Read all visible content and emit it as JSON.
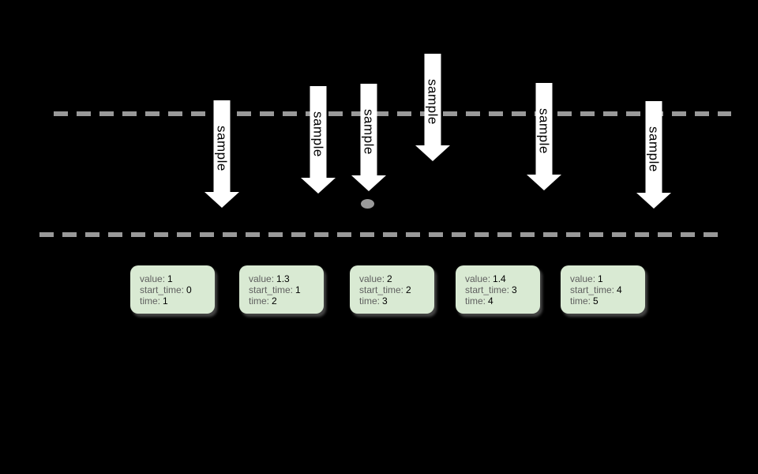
{
  "diagram": {
    "background_color": "#000000",
    "boundary_line_color": "#999999",
    "arrow_fill_color": "#ffffff",
    "arrow_label_color": "#000000",
    "dot_color": "#9a9a9a",
    "card_fill_color": "#d9ead3",
    "card_label_color": "#5f5f5f",
    "card_value_color": "#000000"
  },
  "arrows": [
    {
      "label": "sample"
    },
    {
      "label": "sample"
    },
    {
      "label": "sample"
    },
    {
      "label": "sample"
    },
    {
      "label": "sample"
    },
    {
      "label": "sample"
    }
  ],
  "field_labels": {
    "value": "value:",
    "start_time": "start_time:",
    "time": "time:"
  },
  "records": [
    {
      "value": "1",
      "start_time": "0",
      "time": "1"
    },
    {
      "value": "1.3",
      "start_time": "1",
      "time": "2"
    },
    {
      "value": "2",
      "start_time": "2",
      "time": "3"
    },
    {
      "value": "1.4",
      "start_time": "3",
      "time": "4"
    },
    {
      "value": "1",
      "start_time": "4",
      "time": "5"
    }
  ]
}
